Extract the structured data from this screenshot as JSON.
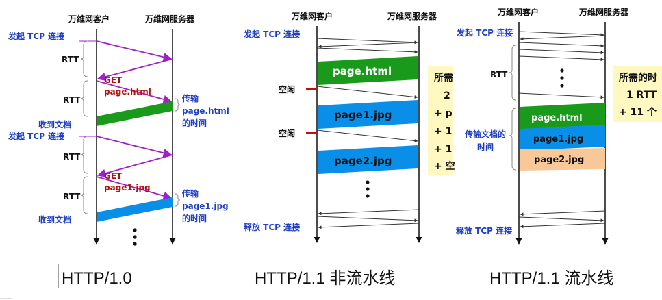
{
  "colors": {
    "purple_arrow": "#a020c8",
    "green_box": "#1a9a1a",
    "blue_box": "#0a8fe8",
    "peach_box": "#f8c898",
    "note_bg": "#fff8c0",
    "label_blue": "#1f3fc4",
    "label_red": "#b01010"
  },
  "panel1": {
    "client_header": "万维网客户",
    "server_header": "万维网服务器",
    "connect_1": "发起 TCP 连接",
    "rtt_1": "RTT",
    "get_1": "GET",
    "file_1": "page.html",
    "rtt_2": "RTT",
    "transfer_1a": "传输",
    "transfer_1b": "page.html",
    "transfer_1c": "的时间",
    "received_1": "收到文档",
    "connect_2": "发起 TCP 连接",
    "rtt_3": "RTT",
    "get_2": "GET",
    "file_2": "page1.jpg",
    "rtt_4": "RTT",
    "transfer_2a": "传输",
    "transfer_2b": "page1.jpg",
    "transfer_2c": "的时间",
    "received_2": "收到文档",
    "caption": "HTTP/1.0"
  },
  "panel2": {
    "client_header": "万维网客户",
    "server_header": "万维网服务器",
    "connect": "发起 TCP 连接",
    "box_1": "page.html",
    "box_2": "page1.jpg",
    "box_3": "page2.jpg",
    "idle_1": "空闲",
    "idle_2": "空闲",
    "release": "释放 TCP 连接",
    "note_lines": [
      "所需",
      "2",
      "+ p",
      "+ 1",
      "+ 1",
      "+ 空"
    ],
    "caption": "HTTP/1.1 非流水线"
  },
  "panel3": {
    "client_header": "万维网客户",
    "server_header": "万维网服务器",
    "connect": "发起 TCP 连接",
    "rtt": "RTT",
    "box_1": "page.html",
    "box_2": "page1.jpg",
    "box_3": "page2.jpg",
    "transfer_a": "传输文档的",
    "transfer_b": "时间",
    "release": "释放 TCP 连接",
    "note_lines": [
      "所需的时",
      "1 RTT",
      "+ 11 个"
    ],
    "caption": "HTTP/1.1 流水线"
  }
}
